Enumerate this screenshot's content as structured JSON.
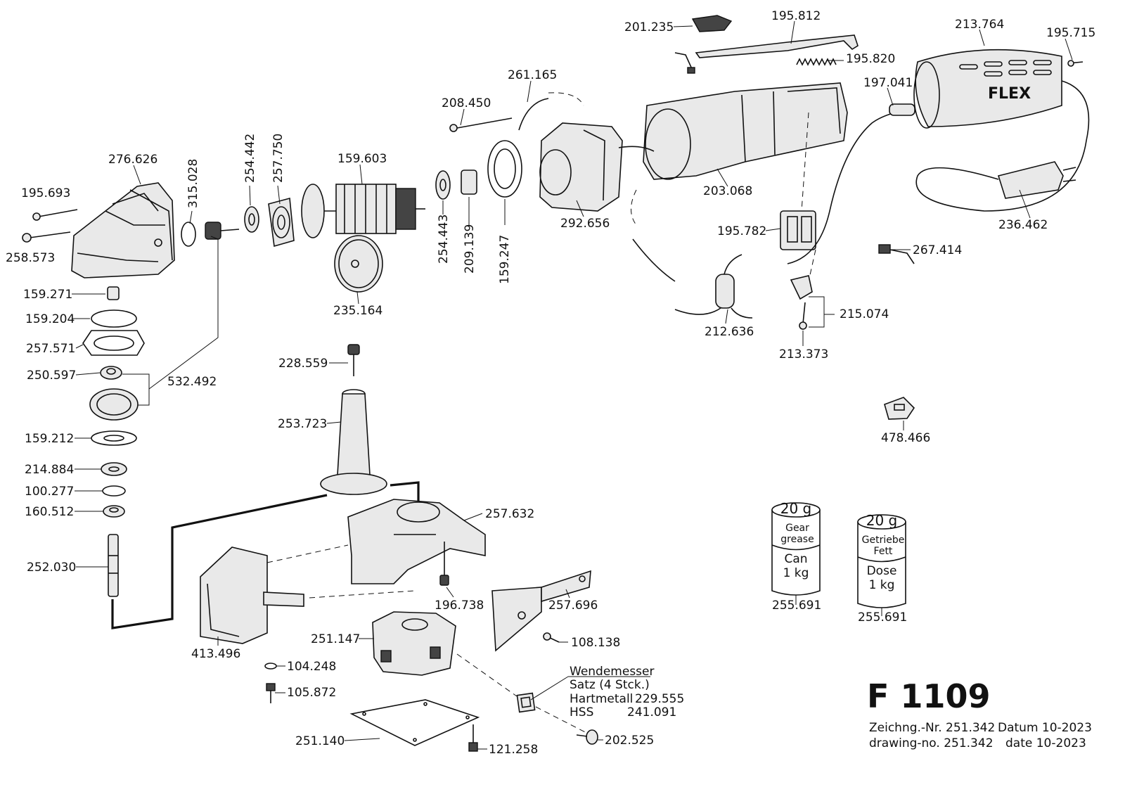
{
  "model": "F 1109",
  "labels": {
    "l201235": "201.235",
    "l195812": "195.812",
    "l213764": "213.764",
    "l195715": "195.715",
    "l195820": "195.820",
    "l261165": "261.165",
    "l197041": "197.041",
    "l208450": "208.450",
    "l276626": "276.626",
    "l315028": "315.028",
    "l254442": "254.442",
    "l257750": "257.750",
    "l159603": "159.603",
    "l195693": "195.693",
    "l258573": "258.573",
    "l203068": "203.068",
    "l236462": "236.462",
    "l292656": "292.656",
    "l254443": "254.443",
    "l209139": "209.139",
    "l159247": "159.247",
    "l195782": "195.782",
    "l267414": "267.414",
    "l159271": "159.271",
    "l159204": "159.204",
    "l235164": "235.164",
    "l257571": "257.571",
    "l215074": "215.074",
    "l212636": "212.636",
    "l213373": "213.373",
    "l228559": "228.559",
    "l250597": "250.597",
    "l532492": "532.492",
    "l478466": "478.466",
    "l253723": "253.723",
    "l159212": "159.212",
    "l214884": "214.884",
    "l100277": "100.277",
    "l160512": "160.512",
    "l257632": "257.632",
    "l252030": "252.030",
    "l196738": "196.738",
    "l257696": "257.696",
    "l255691a": "255.691",
    "l255691b": "255.691",
    "l108138": "108.138",
    "l251147": "251.147",
    "l413496": "413.496",
    "l104248": "104.248",
    "l105872": "105.872",
    "l251140": "251.140",
    "l121258": "121.258",
    "l202525": "202.525"
  },
  "cans": {
    "left": {
      "weight": "20 g",
      "contents_1": "Gear",
      "contents_2": "grease",
      "pack_1": "Can",
      "pack_2": "1 kg"
    },
    "right": {
      "weight": "20 g",
      "contents_1": "Getriebe",
      "contents_2": "Fett",
      "pack_1": "Dose",
      "pack_2": "1 kg"
    }
  },
  "blades_note": {
    "title": "Wendemesser",
    "line_1": "Satz  (4 Stck.)",
    "line_2_label": "Hartmetall",
    "line_2_value": "229.555",
    "line_3_label": "HSS",
    "line_3_value": "241.091"
  },
  "footer": {
    "drawing_de": "Zeichng.-Nr. 251.342",
    "date_de": "Datum 10-2023",
    "drawing_en": "drawing-no. 251.342",
    "date_en": "date 10-2023"
  },
  "brand_mark": "FLEX"
}
